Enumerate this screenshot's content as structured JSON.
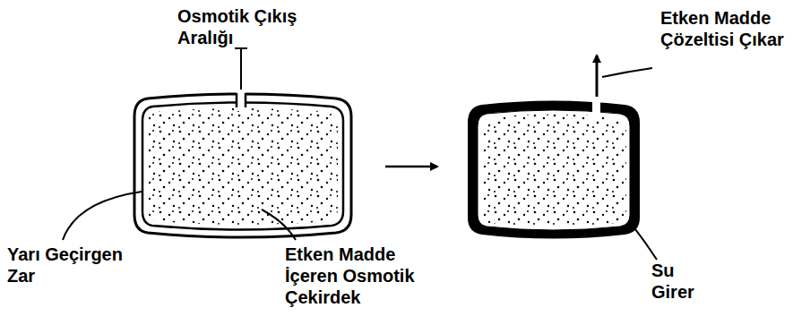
{
  "diagram": {
    "labels": [
      "Osmotik Çıkış Aralığı",
      "Etken Madde Çözeltisi Çıkar",
      "Yarı Geçirgen Zar",
      "Etken Madde İçeren Osmotik Çekirdek",
      "Su Girer"
    ]
  }
}
